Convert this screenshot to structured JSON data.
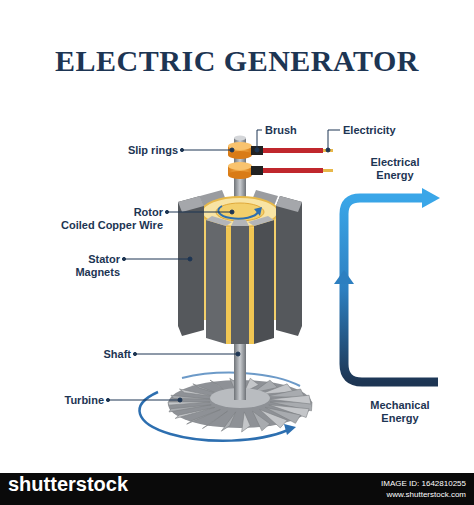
{
  "diagram": {
    "title": "ELECTRIC GENERATOR",
    "labels": [
      "Slip rings",
      "Brush",
      "Electricity",
      "Electrical Energy",
      "Rotor",
      "Coiled Copper Wire",
      "Stator",
      "Magnets",
      "Shaft",
      "Turbine",
      "Mechanical Energy",
      "shutterstock",
      "IMAGE ID: 1642810255",
      "www.shutterstock.com"
    ]
  }
}
